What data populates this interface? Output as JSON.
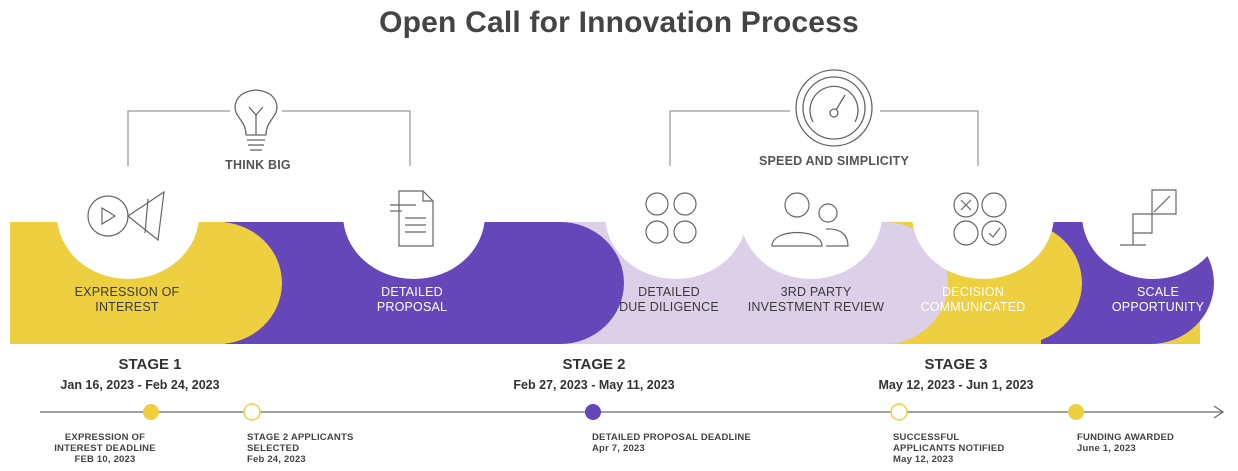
{
  "title": "Open Call for Innovation Process",
  "brackets": [
    {
      "label": "THINK BIG",
      "icon": "lightbulb-icon"
    },
    {
      "label": "SPEED AND SIMPLICITY",
      "icon": "speedometer-icon"
    }
  ],
  "steps": [
    {
      "line1": "EXPRESSION OF",
      "line2": "INTEREST",
      "icon": "play-megaphone-icon",
      "color": "#eecf3f"
    },
    {
      "line1": "DETAILED",
      "line2": "PROPOSAL",
      "icon": "document-icon",
      "color": "#6547ba"
    },
    {
      "line1": "DETAILED",
      "line2": "DUE DILIGENCE",
      "icon": "four-circles-icon",
      "color": "#dccfe8"
    },
    {
      "line1": "3RD PARTY",
      "line2": "INVESTMENT REVIEW",
      "icon": "people-icon",
      "color": "#dccfe8"
    },
    {
      "line1": "DECISION",
      "line2": "COMMUNICATED",
      "icon": "decision-circles-icon",
      "color": "#eecf3f"
    },
    {
      "line1": "SCALE",
      "line2": "OPPORTUNITY",
      "icon": "scale-arrow-icon",
      "color": "#6547ba"
    }
  ],
  "stages": [
    {
      "name": "STAGE 1",
      "dates": "Jan 16, 2023 - Feb 24, 2023"
    },
    {
      "name": "STAGE 2",
      "dates": "Feb 27, 2023 - May 11, 2023"
    },
    {
      "name": "STAGE 3",
      "dates": "May 12, 2023 - Jun 1, 2023"
    }
  ],
  "milestones": [
    {
      "lines": [
        "EXPRESSION OF",
        "INTEREST DEADLINE",
        "FEB 10, 2023"
      ],
      "marker": "filled-yellow"
    },
    {
      "lines": [
        "STAGE 2 APPLICANTS",
        "SELECTED",
        "Feb 24, 2023"
      ],
      "marker": "hollow"
    },
    {
      "lines": [
        "DETAILED PROPOSAL DEADLINE",
        "Apr 7, 2023"
      ],
      "marker": "filled-purple"
    },
    {
      "lines": [
        "SUCCESSFUL",
        "APPLICANTS NOTIFIED",
        "May 12, 2023"
      ],
      "marker": "hollow"
    },
    {
      "lines": [
        "FUNDING AWARDED",
        "June 1, 2023"
      ],
      "marker": "filled-yellow"
    }
  ],
  "colors": {
    "yellow": "#eecf3f",
    "purple": "#6547ba",
    "lavender": "#dccfe8",
    "line": "#6b6b6b"
  }
}
